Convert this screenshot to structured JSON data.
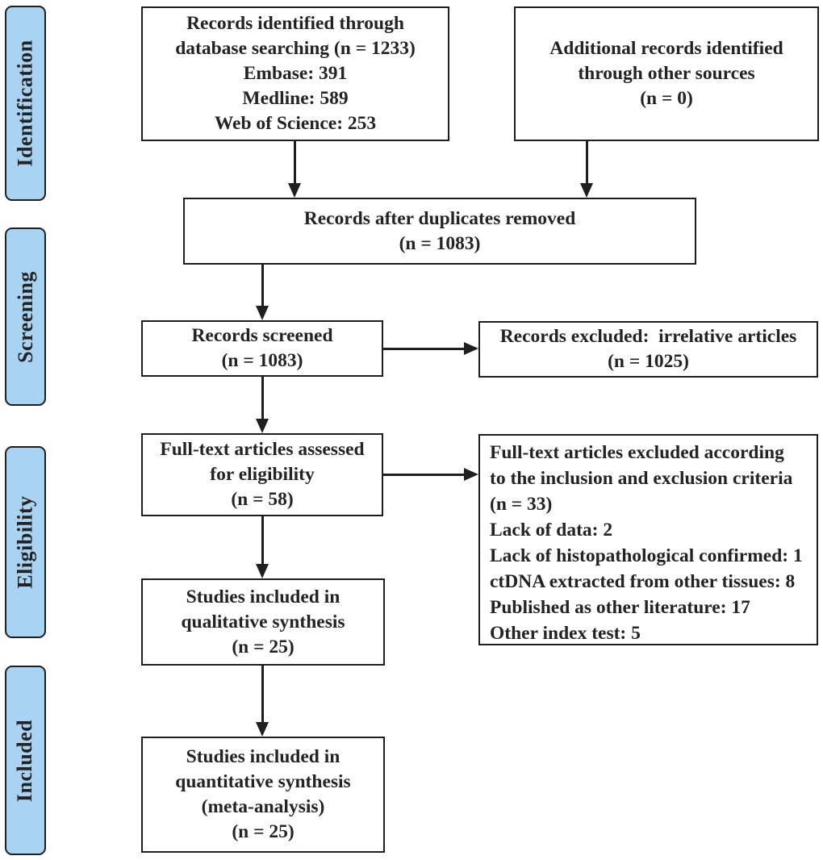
{
  "sidebar": {
    "identification": "Identification",
    "screening": "Screening",
    "eligibility": "Eligibility",
    "included": "Included"
  },
  "boxes": {
    "identified": {
      "lines": [
        "Records identified through",
        "database searching (n = 1233)",
        "Embase: 391",
        "Medline: 589",
        "Web of Science: 253"
      ]
    },
    "additional": {
      "lines": [
        "Additional records identified",
        "through other sources",
        "(n = 0)"
      ]
    },
    "duplicates": {
      "lines": [
        "Records after duplicates removed",
        "(n = 1083)"
      ]
    },
    "screened": {
      "lines": [
        "Records screened",
        "(n = 1083)"
      ]
    },
    "excluded": {
      "lines": [
        "Records excluded:  irrelative articles",
        "(n = 1025)"
      ]
    },
    "fulltext": {
      "lines": [
        "Full-text articles assessed",
        "for eligibility",
        "(n = 58)"
      ]
    },
    "fulltext_excluded": {
      "lines": [
        "Full-text articles excluded according",
        "to the inclusion and exclusion criteria",
        "(n = 33)",
        "Lack of data: 2",
        "Lack of histopathological confirmed: 1",
        "ctDNA extracted from other tissues: 8",
        "Published as other literature: 17",
        "Other index test: 5"
      ]
    },
    "qualitative": {
      "lines": [
        "Studies included in",
        "qualitative synthesis",
        "(n = 25)"
      ]
    },
    "quantitative": {
      "lines": [
        "Studies included in",
        "quantitative synthesis",
        "(meta-analysis)",
        "(n = 25)"
      ]
    }
  },
  "colors": {
    "stage_fill": "#a9d3f2",
    "border": "#1f1f1f",
    "text": "#232323"
  }
}
